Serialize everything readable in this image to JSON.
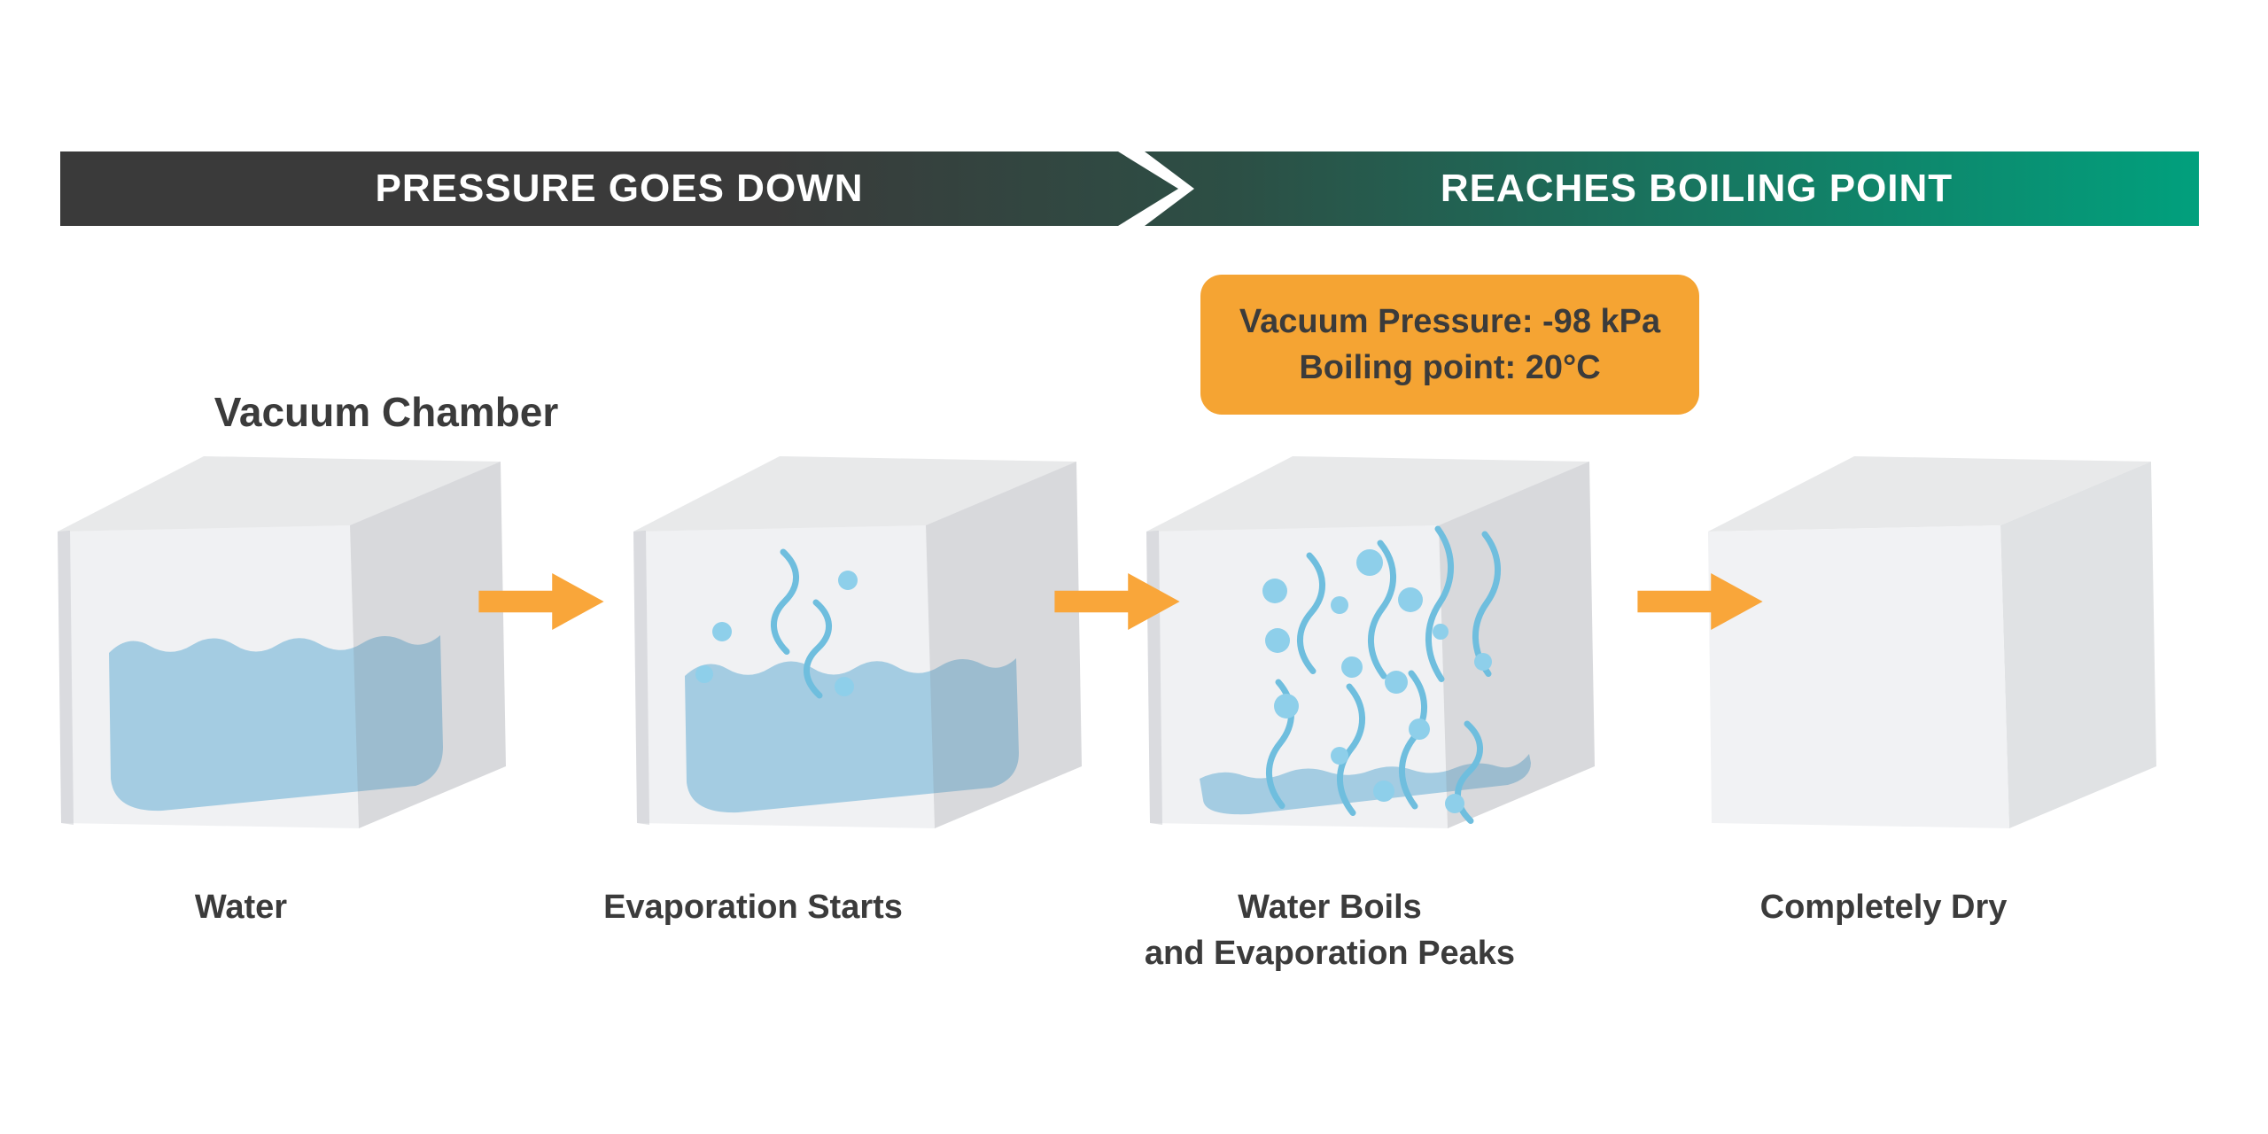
{
  "banner": {
    "left_label": "PRESSURE GOES DOWN",
    "right_label": "REACHES BOILING POINT"
  },
  "callout": {
    "line1": "Vacuum Pressure: -98 kPa",
    "line2": "Boiling point: 20°C"
  },
  "chamber_label": "Vacuum Chamber",
  "stages": [
    {
      "label": "Water"
    },
    {
      "label": "Evaporation Starts"
    },
    {
      "label": "Water Boils",
      "label2": "and Evaporation Peaks"
    },
    {
      "label": "Completely Dry"
    }
  ],
  "colors": {
    "banner_start": "#3A3A3A",
    "banner_mid": "#2C4F45",
    "banner_end": "#01A07D",
    "banner_text": "#FFFFFF",
    "callout_bg": "#F5A433",
    "accent_orange": "#F9A63A",
    "text_dark": "#3B3B3B",
    "water": "#92CBE7",
    "steam": "#6FBEDE",
    "bubble": "#8ECFEA",
    "cube_top": "#E8E9EA",
    "cube_front": "#F1F2F4",
    "cube_right": "#E0E2E4"
  }
}
